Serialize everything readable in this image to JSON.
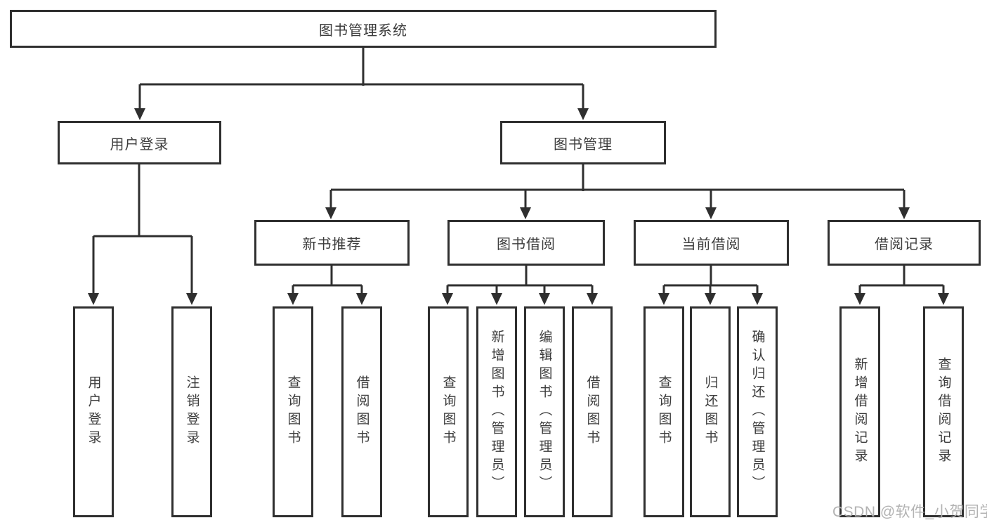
{
  "diagram_type": "hierarchy-tree",
  "colors": {
    "background": "#ffffff",
    "box_border": "#2f2f2f",
    "connector_line": "#2f2f2f",
    "text": "#3c3c3c",
    "watermark": "#afafaf"
  },
  "watermark": "CSDN @软件_小贺同学",
  "tree": {
    "label": "图书管理系统",
    "children": [
      {
        "label": "用户登录",
        "children": [
          {
            "label": "用户登录"
          },
          {
            "label": "注销登录"
          }
        ]
      },
      {
        "label": "图书管理",
        "children": [
          {
            "label": "新书推荐",
            "children": [
              {
                "label": "查询图书"
              },
              {
                "label": "借阅图书"
              }
            ]
          },
          {
            "label": "图书借阅",
            "children": [
              {
                "label": "查询图书"
              },
              {
                "label": "新增图书（管理员）"
              },
              {
                "label": "编辑图书（管理员）"
              },
              {
                "label": "借阅图书"
              }
            ]
          },
          {
            "label": "当前借阅",
            "children": [
              {
                "label": "查询图书"
              },
              {
                "label": "归还图书"
              },
              {
                "label": "确认归还（管理员）"
              }
            ]
          },
          {
            "label": "借阅记录",
            "children": [
              {
                "label": "新增借阅记录"
              },
              {
                "label": "查询借阅记录"
              }
            ]
          }
        ]
      }
    ]
  }
}
